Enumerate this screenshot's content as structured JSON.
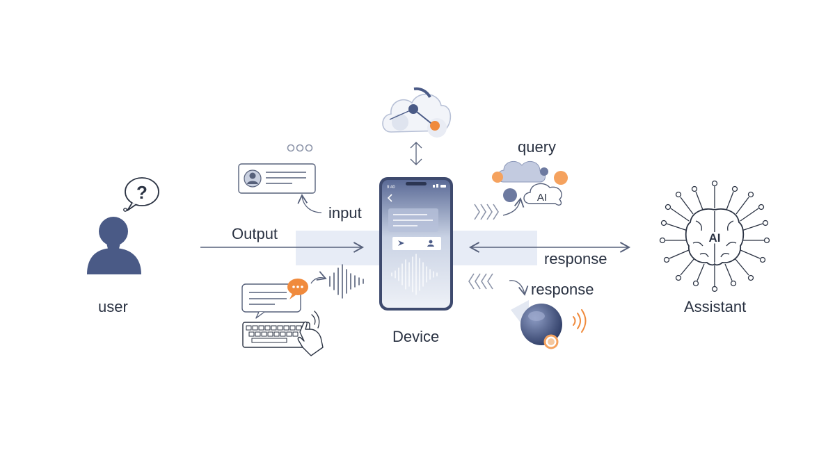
{
  "colors": {
    "navy": "#4a5a86",
    "line": "#56607a",
    "accent": "#f08a3c",
    "band": "#e8ecf6",
    "screen": "#d7deeb"
  },
  "labels": {
    "user": "user",
    "device": "Device",
    "assistant": "Assistant",
    "output": "Output",
    "input": "input",
    "query": "query",
    "response_main": "response",
    "response_lower": "response"
  },
  "icons": {
    "question": "?",
    "cloud_ai": "AI",
    "brain_ai": "AI"
  },
  "phone": {
    "status_time": "9:40"
  }
}
